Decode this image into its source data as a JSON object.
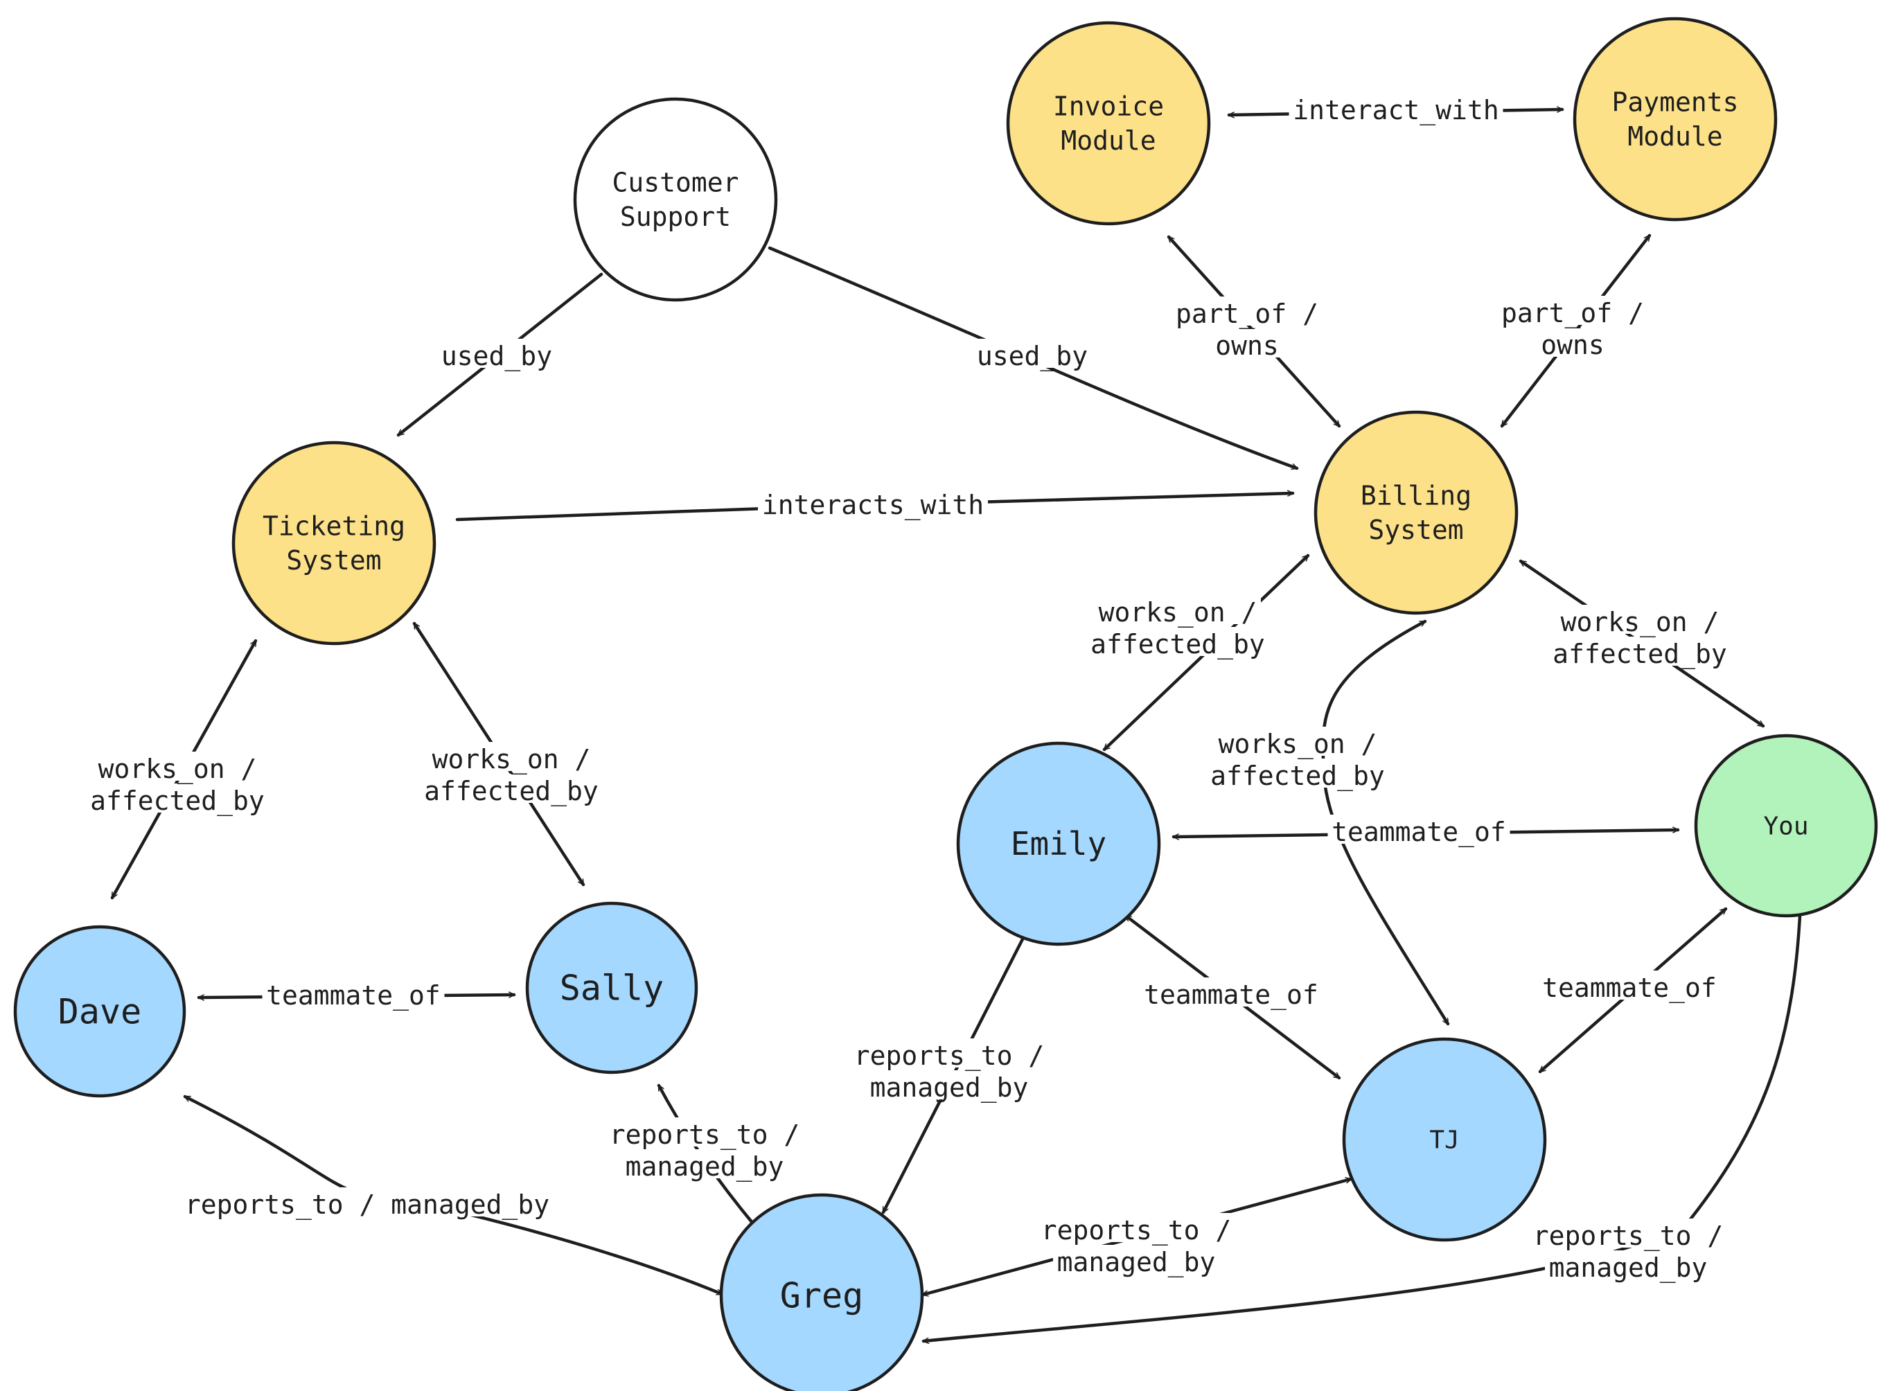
{
  "colors": {
    "system": "#fce189",
    "person": "#a5d8ff",
    "you": "#b2f2bb",
    "department": "#ffffff",
    "stroke": "#1e1e1e"
  },
  "nodes": {
    "customer_support": {
      "lines": [
        "Customer",
        "Support"
      ],
      "kind": "department"
    },
    "invoice_module": {
      "lines": [
        "Invoice",
        "Module"
      ],
      "kind": "system"
    },
    "payments_module": {
      "lines": [
        "Payments",
        "Module"
      ],
      "kind": "system"
    },
    "ticketing_system": {
      "lines": [
        "Ticketing",
        "System"
      ],
      "kind": "system"
    },
    "billing_system": {
      "lines": [
        "Billing",
        "System"
      ],
      "kind": "system"
    },
    "emily": {
      "lines": [
        "Emily"
      ],
      "kind": "person"
    },
    "you": {
      "lines": [
        "You"
      ],
      "kind": "you"
    },
    "dave": {
      "lines": [
        "Dave"
      ],
      "kind": "person"
    },
    "sally": {
      "lines": [
        "Sally"
      ],
      "kind": "person"
    },
    "tj": {
      "lines": [
        "TJ"
      ],
      "kind": "person"
    },
    "greg": {
      "lines": [
        "Greg"
      ],
      "kind": "person"
    }
  },
  "edges": {
    "invoice_payments": {
      "label": [
        "interact_with"
      ]
    },
    "cs_ticketing": {
      "label": [
        "used_by"
      ]
    },
    "cs_billing": {
      "label": [
        "used_by"
      ]
    },
    "invoice_billing": {
      "label": [
        "part_of /",
        "owns"
      ]
    },
    "payments_billing": {
      "label": [
        "part_of /",
        "owns"
      ]
    },
    "ticketing_billing": {
      "label": [
        "interacts_with"
      ]
    },
    "billing_emily": {
      "label": [
        "works_on /",
        "affected_by"
      ]
    },
    "billing_you": {
      "label": [
        "works_on /",
        "affected_by"
      ]
    },
    "billing_tj": {
      "label": [
        "works_on /",
        "affected_by"
      ]
    },
    "ticketing_dave": {
      "label": [
        "works_on /",
        "affected_by"
      ]
    },
    "ticketing_sally": {
      "label": [
        "works_on /",
        "affected_by"
      ]
    },
    "emily_you": {
      "label": [
        "teammate_of"
      ]
    },
    "dave_sally": {
      "label": [
        "teammate_of"
      ]
    },
    "emily_tj": {
      "label": [
        "teammate_of"
      ]
    },
    "you_tj": {
      "label": [
        "teammate_of"
      ]
    },
    "dave_greg": {
      "label": [
        "reports_to / managed_by"
      ]
    },
    "sally_greg": {
      "label": [
        "reports_to /",
        "managed_by"
      ]
    },
    "emily_greg": {
      "label": [
        "reports_to /",
        "managed_by"
      ]
    },
    "tj_greg": {
      "label": [
        "reports_to /",
        "managed_by"
      ]
    },
    "you_greg": {
      "label": [
        "reports_to /",
        "managed_by"
      ]
    }
  }
}
